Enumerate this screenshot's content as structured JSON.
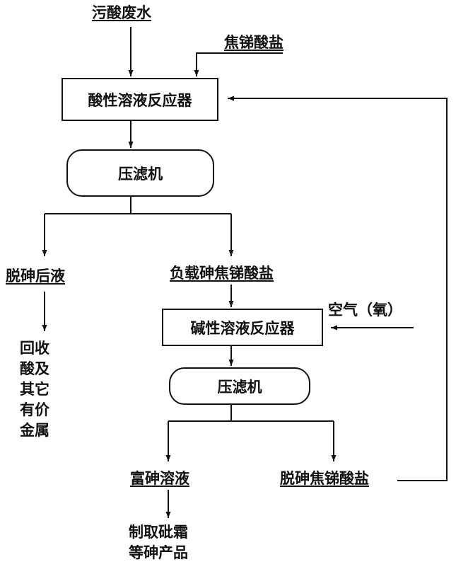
{
  "nodes": {
    "wastewater": "污酸废水",
    "pyroantimonate_in": "焦锑酸盐",
    "acid_reactor": "酸性溶液反应器",
    "filter_press_1": "压滤机",
    "dearsenic_liquid": "脱砷后液",
    "recovery": [
      "回收",
      "酸及",
      "其它",
      "有价",
      "金属"
    ],
    "loaded_pyroantimonate": "负载砷焦锑酸盐",
    "air_oxygen": "空气（氧）",
    "alkaline_reactor": "碱性溶液反应器",
    "filter_press_2": "压滤机",
    "arsenic_rich_solution": "富砷溶液",
    "dearsenic_pyroantimonate": "脱砷焦锑酸盐",
    "arsenic_products": [
      "制取砒霜",
      "等砷产品"
    ]
  }
}
